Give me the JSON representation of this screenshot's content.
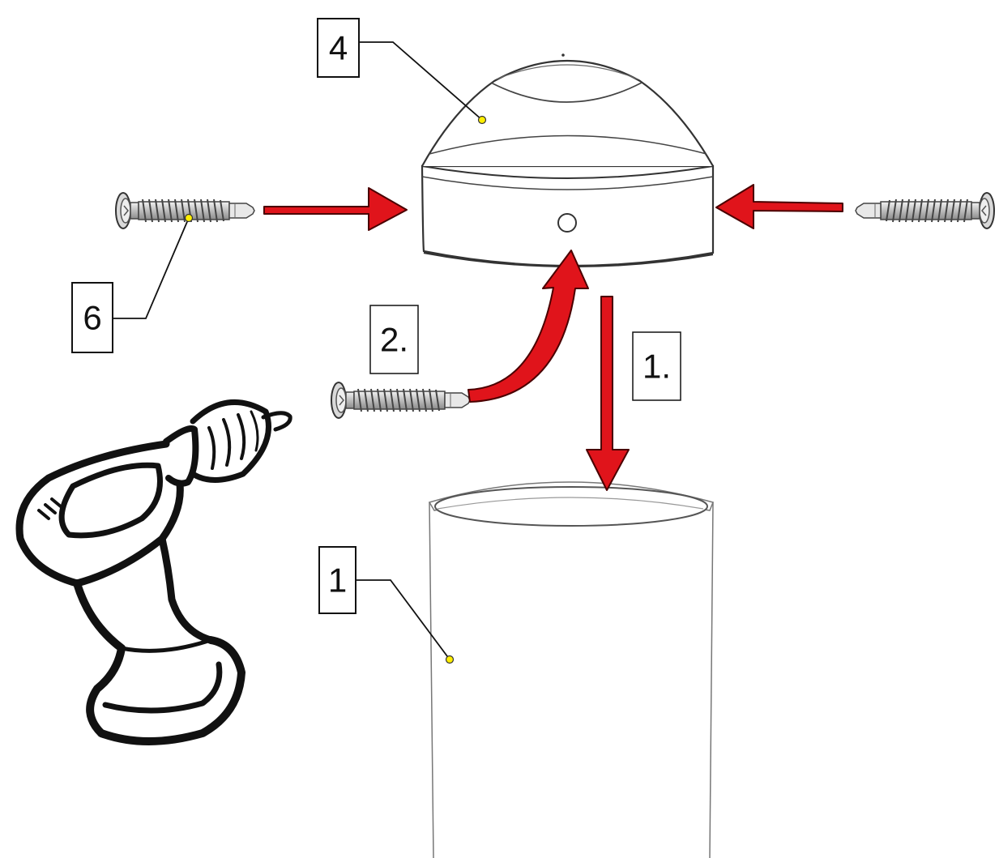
{
  "callouts": {
    "cap": "4",
    "screw": "6",
    "post": "1"
  },
  "steps": {
    "step1": "1.",
    "step2": "2."
  },
  "colors": {
    "arrow": "#e0141b",
    "arrow_outline": "#4a0000",
    "leader_dot": "#ffee00",
    "line": "#111111"
  }
}
